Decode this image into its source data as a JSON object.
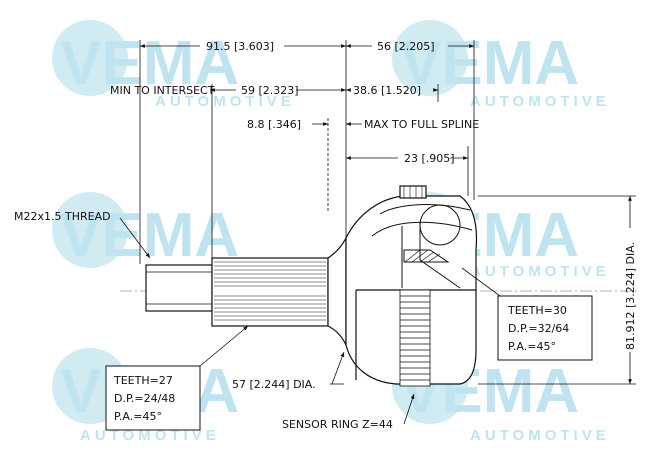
{
  "watermark": {
    "brand": "VEMA",
    "sub": "AUTOMOTIVE",
    "color": "#bde3ef"
  },
  "dimensions": {
    "overall_length": "91.5 [3.603]",
    "head_length": "56 [2.205]",
    "min_to_intersect_label": "MIN TO INTERSECT",
    "min_to_intersect_value": "59 [2.323]",
    "head_to_spline": "38.6 [1.520]",
    "thread_offset": "8.8 [.346]",
    "max_to_full_spline": "MAX TO FULL SPLINE",
    "bell_length": "23 [.905]",
    "thread_label": "M22x1.5 THREAD",
    "outer_dia": "81.912 [3.224] DIA.",
    "seat_dia": "57 [2.244] DIA.",
    "sensor_ring": "SENSOR RING Z=44"
  },
  "inner_spline": {
    "teeth": "TEETH=30",
    "dp": "D.P.=32/64",
    "pa": "P.A.=45°"
  },
  "outer_spline": {
    "teeth": "TEETH=27",
    "dp": "D.P.=24/48",
    "pa": "P.A.=45°"
  }
}
